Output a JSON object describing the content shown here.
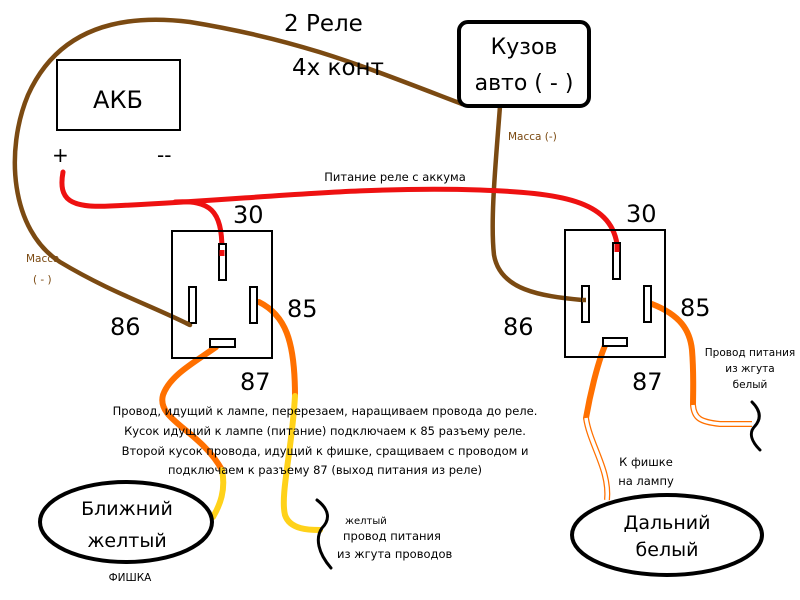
{
  "title": {
    "line1": "2 Реле",
    "line2": "4х конт"
  },
  "battery": {
    "label": "АКБ",
    "plus": "+",
    "minus": "--"
  },
  "body_ground": {
    "line1": "Кузов",
    "line2": "авто ( - )"
  },
  "labels": {
    "ground_top": "Масса (-)",
    "ground_left_1": "Масса",
    "ground_left_2": "( - )",
    "relay_power": "Питание реле с аккума"
  },
  "relay_left": {
    "pins": {
      "p30": "30",
      "p85": "85",
      "p86": "86",
      "p87": "87"
    }
  },
  "relay_right": {
    "pins": {
      "p30": "30",
      "p85": "85",
      "p86": "86",
      "p87": "87"
    }
  },
  "instructions": [
    "Провод, идущий к лампе, перерезаем, наращиваем провода до реле.",
    "Кусок идущий к лампе (питание) подключаем к 85 разъему реле.",
    "Второй кусок провода, идущий к фишке, сращиваем с проводом и",
    "подключаем к разъему 87 (выход питания из реле)"
  ],
  "low_beam": {
    "line1": "Ближний",
    "line2": "желтый",
    "caption": "ФИШКА"
  },
  "yellow_harness": {
    "line1": "желтый",
    "line2": "провод питания",
    "line3": "из жгута проводов"
  },
  "high_beam": {
    "line1": "Дальний",
    "line2": "белый"
  },
  "to_plug": {
    "line1": "К фишке",
    "line2": "на лампу"
  },
  "white_harness": {
    "line1": "Провод питания",
    "line2": "из жгута",
    "line3": "белый"
  },
  "colors": {
    "ground_wire": "#7b4a12",
    "power_wire": "#ee1111",
    "orange_wire": "#ff7000",
    "yellow_wire": "#ffd21a",
    "outline": "#000000"
  }
}
